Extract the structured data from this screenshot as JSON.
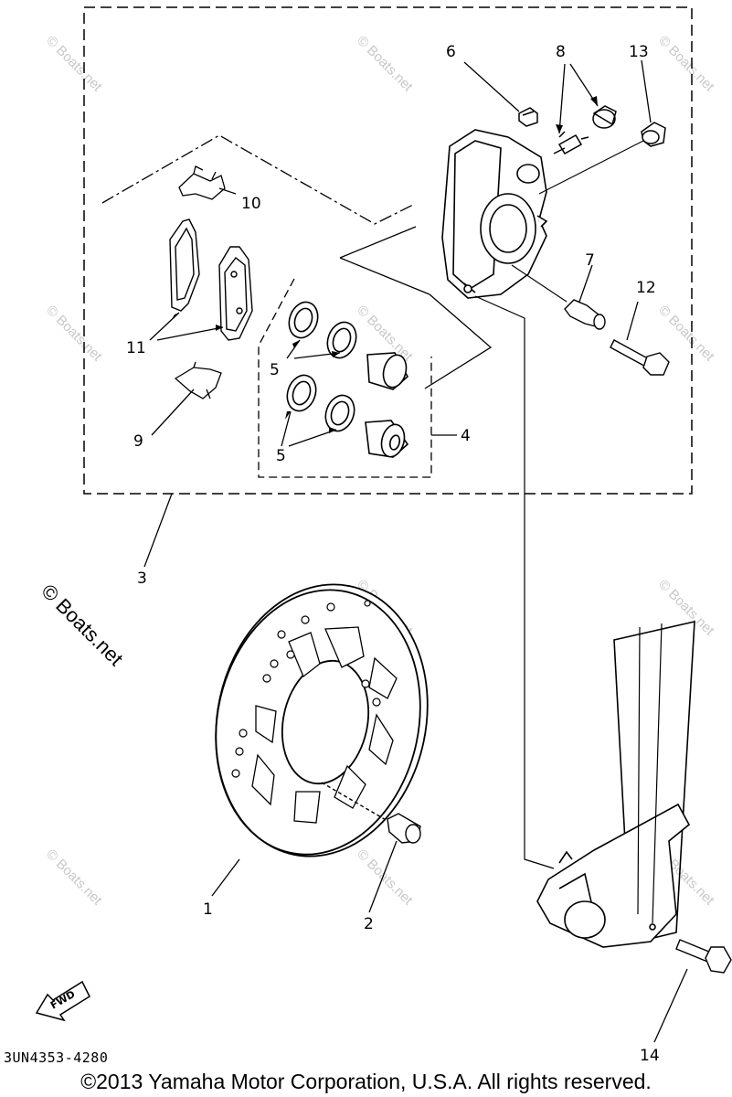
{
  "callouts": {
    "c1": "1",
    "c2": "2",
    "c3": "3",
    "c4": "4",
    "c5a": "5",
    "c5b": "5",
    "c6": "6",
    "c7": "7",
    "c8": "8",
    "c9": "9",
    "c10": "10",
    "c11": "11",
    "c12": "12",
    "c13": "13",
    "c14": "14"
  },
  "watermark": "© Boats.net",
  "fwd_label": "FWD",
  "part_code": "3UN4353-4280",
  "copyright": "©2013 Yamaha Motor Corporation, U.S.A. All rights reserved."
}
